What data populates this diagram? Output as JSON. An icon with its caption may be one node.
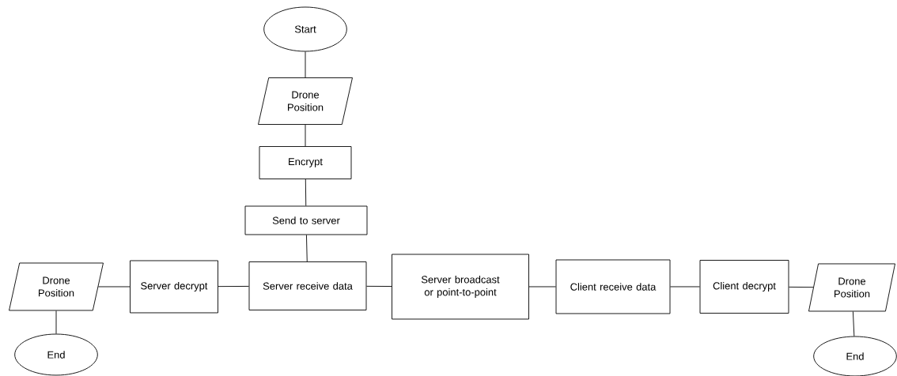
{
  "diagram": {
    "nodes": [
      {
        "text": [
          "Start"
        ]
      },
      {
        "text": [
          "Drone Position"
        ]
      },
      {
        "text": [
          "Encrypt"
        ]
      },
      {
        "text": [
          "Send to server"
        ]
      },
      {
        "text": [
          "Server receive data"
        ]
      },
      {
        "text": [
          "Server decrypt"
        ]
      },
      {
        "text": [
          "Drone Position"
        ]
      },
      {
        "text": [
          "End"
        ]
      },
      {
        "text": [
          "Server broadcast or point-to-point"
        ]
      },
      {
        "text": [
          "Client receive data"
        ]
      },
      {
        "text": [
          "Client decrypt"
        ]
      },
      {
        "text": [
          "Drone Position"
        ]
      },
      {
        "text": [
          "End"
        ]
      }
    ],
    "edges": [
      {
        "from": 0,
        "to": 1,
        "arrow": "none"
      },
      {
        "from": 1,
        "to": 2,
        "arrow": "none"
      },
      {
        "from": 2,
        "to": 3,
        "arrow": "none"
      },
      {
        "from": 3,
        "to": 4,
        "arrow": "none"
      },
      {
        "from": 4,
        "to": 5,
        "arrow": "none"
      },
      {
        "from": 5,
        "to": 6,
        "arrow": "none"
      },
      {
        "from": 6,
        "to": 7,
        "arrow": "none"
      },
      {
        "from": 4,
        "to": 8,
        "arrow": "none"
      },
      {
        "from": 8,
        "to": 9,
        "arrow": "none"
      },
      {
        "from": 9,
        "to": 10,
        "arrow": "none"
      },
      {
        "from": 10,
        "to": 11,
        "arrow": "none"
      },
      {
        "from": 11,
        "to": 12,
        "arrow": "none"
      }
    ]
  }
}
